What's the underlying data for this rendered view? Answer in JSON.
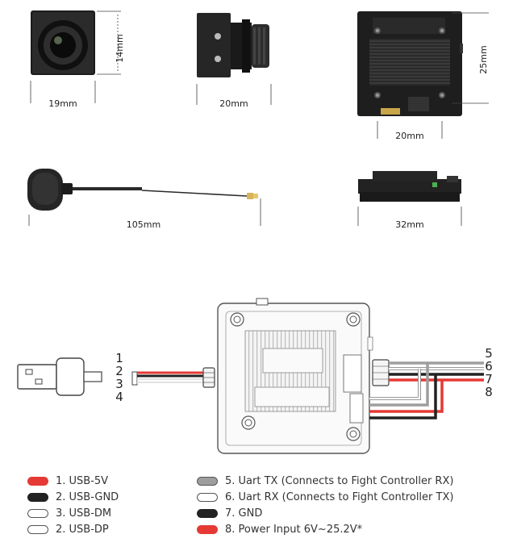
{
  "dimensions": {
    "camera_height": "14mm",
    "camera_width": "19mm",
    "camera_depth": "20mm",
    "vtx_height": "25mm",
    "vtx_hole_spacing": "20mm",
    "antenna_length": "105mm",
    "vtx_side_width": "32mm"
  },
  "pins": {
    "left": [
      "1",
      "2",
      "3",
      "4"
    ],
    "right": [
      "5",
      "6",
      "7",
      "8"
    ]
  },
  "legend": {
    "left": [
      {
        "label": "1. USB-5V",
        "color": "#e53935",
        "outlined": false
      },
      {
        "label": "2. USB-GND",
        "color": "#222222",
        "outlined": false
      },
      {
        "label": "3. USB-DM",
        "color": "#ffffff",
        "outlined": true
      },
      {
        "label": "2. USB-DP",
        "color": "#ffffff",
        "outlined": true
      }
    ],
    "right": [
      {
        "label": "5. Uart TX (Connects to Fight Controller RX)",
        "color": "#9e9e9e",
        "outlined": true
      },
      {
        "label": "6. Uart RX (Connects to Fight Controller TX)",
        "color": "#ffffff",
        "outlined": true
      },
      {
        "label": "7. GND",
        "color": "#222222",
        "outlined": false
      },
      {
        "label": "8. Power Input 6V~25.2V*",
        "color": "#e53935",
        "outlined": false
      }
    ]
  },
  "icons": {
    "usb_plug": "usb-plug-icon",
    "camera": "camera-icon",
    "vtx": "vtx-module-icon",
    "antenna": "antenna-icon"
  }
}
